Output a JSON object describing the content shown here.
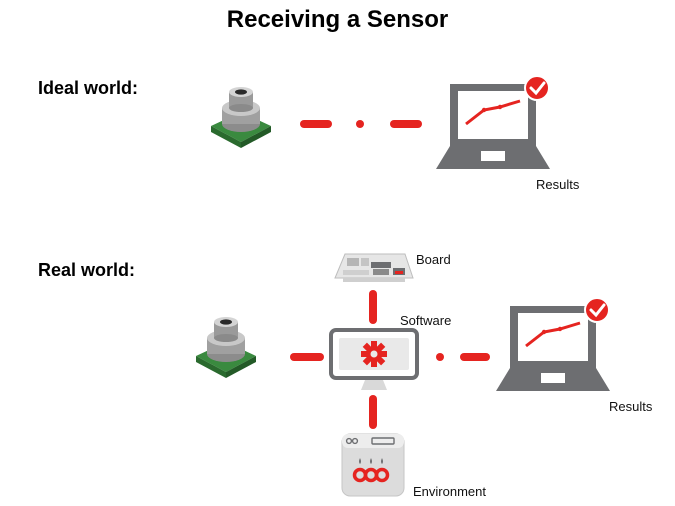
{
  "title": "Receiving a Sensor",
  "ideal": {
    "label": "Ideal world:",
    "results_label": "Results"
  },
  "real": {
    "label": "Real world:",
    "board_label": "Board",
    "software_label": "Software",
    "results_label": "Results",
    "environment_label": "Environment"
  },
  "colors": {
    "accent_red": "#e52420",
    "icon_gray": "#6d6e71",
    "light_gray": "#d9d9d9",
    "sensor_green": "#3a8a3f"
  }
}
